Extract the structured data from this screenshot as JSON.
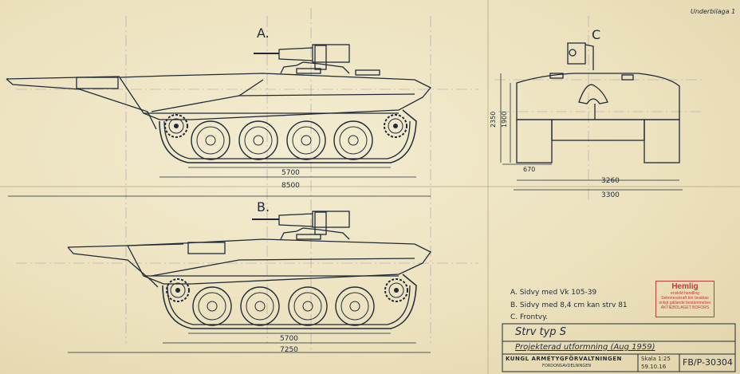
{
  "sheet": {
    "corner_label": "Underbilaga 1",
    "view_labels": {
      "a": "A.",
      "b": "B.",
      "c": "C"
    },
    "dimensions": {
      "a_inner": "5700",
      "a_overall": "8500",
      "b_inner": "5700",
      "b_overall": "7250",
      "c_height_1": "2350",
      "c_height_2": "1900",
      "c_track": "670",
      "c_width_inner": "3260",
      "c_width_overall": "3300"
    },
    "legend": [
      "A. Sidvy med Vk 105-39",
      "B. Sidvy med 8,4 cm kan strv 81",
      "C. Frontvy."
    ],
    "stamp": {
      "title": "Hemlig",
      "lines": [
        "enskild handling",
        "Sekretesskraft bör beaktas",
        "enligt gällande bestämmelser",
        "AKTIEBOLAGET BOFORS"
      ]
    },
    "title_block": {
      "title": "Strv typ S",
      "subtitle": "Projekterad utformning (Aug 1959)",
      "organization": "KUNGL ARMÉTYGFÖRVALTNINGEN",
      "department": "FORDONSAVDELNINGEN",
      "scale": "Skala 1:25",
      "date": "59.10.16",
      "drawing_number": "FB/P-30304"
    }
  },
  "colors": {
    "paper": "#efe6c4",
    "ink": "#1e2a3a",
    "stamp_red": "#c43a3a"
  }
}
